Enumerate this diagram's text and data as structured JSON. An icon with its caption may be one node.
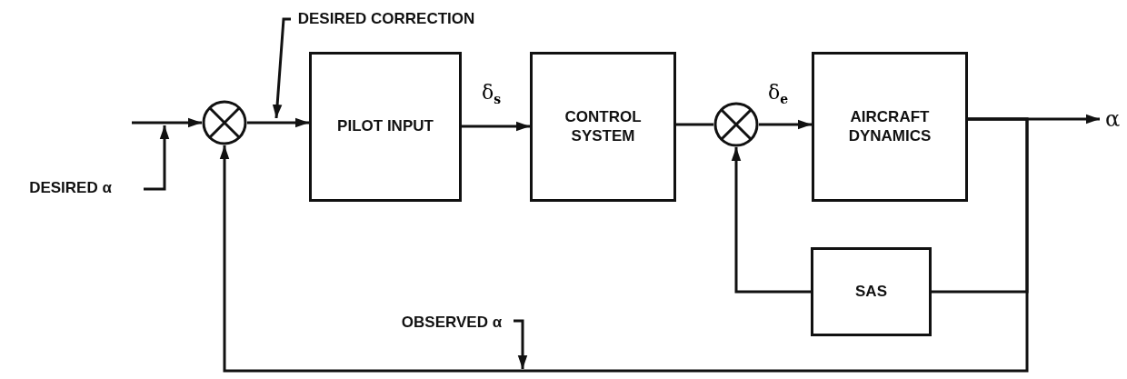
{
  "diagram": {
    "nodes": [
      {
        "text": [],
        "shape": "circle"
      },
      {
        "text": [
          "PILOT INPUT"
        ]
      },
      {
        "text": [
          "CONTROL SYSTEM"
        ]
      },
      {
        "text": [],
        "shape": "circle"
      },
      {
        "text": [
          "AIRCRAFT DYNAMICS"
        ]
      },
      {
        "text": [
          "SAS"
        ]
      },
      {
        "text": [
          "α"
        ]
      },
      {
        "text": [
          "DESIRED α"
        ]
      },
      {
        "text": [
          "DESIRED CORRECTION"
        ]
      },
      {
        "text": [
          "OBSERVED α"
        ]
      }
    ],
    "edges": [
      {
        "from": null,
        "to": 0,
        "arrow": "to"
      },
      {
        "from": 0,
        "to": 1,
        "arrow": "to"
      },
      {
        "from": 1,
        "to": 2,
        "arrow": "to",
        "label": "δ$_{s}$"
      },
      {
        "from": 2,
        "to": 3,
        "arrow": "none"
      },
      {
        "from": 3,
        "to": 4,
        "arrow": "to",
        "label": "δ$_{e}$"
      },
      {
        "from": 4,
        "to": 6,
        "arrow": "to"
      },
      {
        "from": 4,
        "to": 5,
        "arrow": "none"
      },
      {
        "from": 5,
        "to": 3,
        "arrow": "to"
      },
      {
        "from": 4,
        "to": 0,
        "arrow": "to"
      },
      {
        "from": 7,
        "to": null,
        "arrow": "to"
      },
      {
        "from": 8,
        "to": 0,
        "arrow": "to"
      },
      {
        "from": 9,
        "to": null,
        "arrow": "to"
      }
    ]
  }
}
